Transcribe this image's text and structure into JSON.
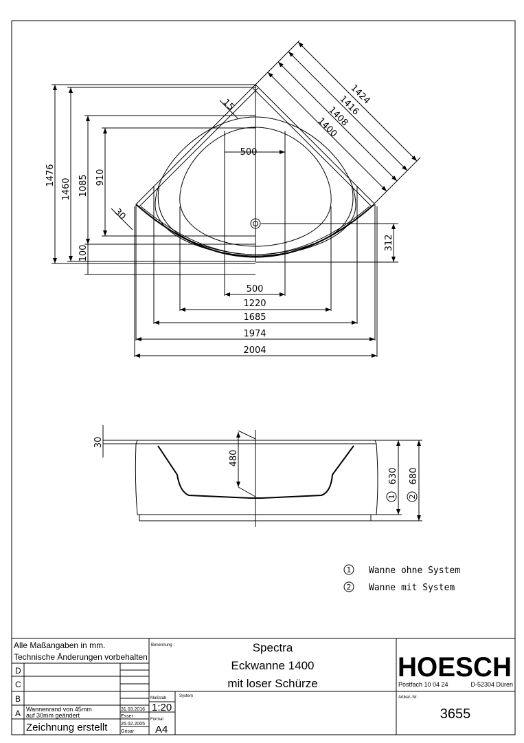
{
  "top_view": {
    "dims": {
      "d1424": "1424",
      "d1416": "1416",
      "d1408": "1408",
      "d1400": "1400",
      "d15": "15",
      "d30": "30",
      "d500_top": "500",
      "d500_bottom": "500",
      "d1220": "1220",
      "d1685": "1685",
      "d1974": "1974",
      "d2004": "2004",
      "d1476": "1476",
      "d1460": "1460",
      "d1085": "1085",
      "d910": "910",
      "d100": "100",
      "d312": "312"
    }
  },
  "side_view": {
    "dims": {
      "d30": "30",
      "d480": "480",
      "d630": "630",
      "d680": "680",
      "m1": "1",
      "m2": "2"
    }
  },
  "legend": [
    {
      "marker": "1",
      "label": "Wanne ohne System"
    },
    {
      "marker": "2",
      "label": "Wanne mit System"
    }
  ],
  "title_block": {
    "note1": "Alle Maßangaben in mm.",
    "note2": "Technische Änderungen vorbehalten",
    "revisions": [
      {
        "letter": "D",
        "text": "",
        "date": "",
        "name": ""
      },
      {
        "letter": "C",
        "text": "",
        "date": "",
        "name": ""
      },
      {
        "letter": "B",
        "text": "",
        "date": "",
        "name": ""
      },
      {
        "letter": "A",
        "text1": "Wannenrand von 45mm",
        "text2": "auf 30mm geändert",
        "date": "31.03.2016",
        "name": "Esser"
      },
      {
        "letter": "",
        "text": "Zeichnung erstellt",
        "date": "26.02.2005",
        "name": "Grisar"
      }
    ],
    "benennung_label": "Benennung :",
    "title1": "Spectra",
    "title2": "Eckwanne 1400",
    "title3": "mit loser Schürze",
    "massstab_label": "Maßstab",
    "massstab": "1:20",
    "format_label": "Format",
    "format": "A4",
    "system_label": "System",
    "brand": "HOESCH",
    "address1": "Postfach 10 04 24",
    "address2": "D-52304 Düren",
    "artikel_label": "Artikel.-Nr.",
    "artikel": "3655"
  }
}
